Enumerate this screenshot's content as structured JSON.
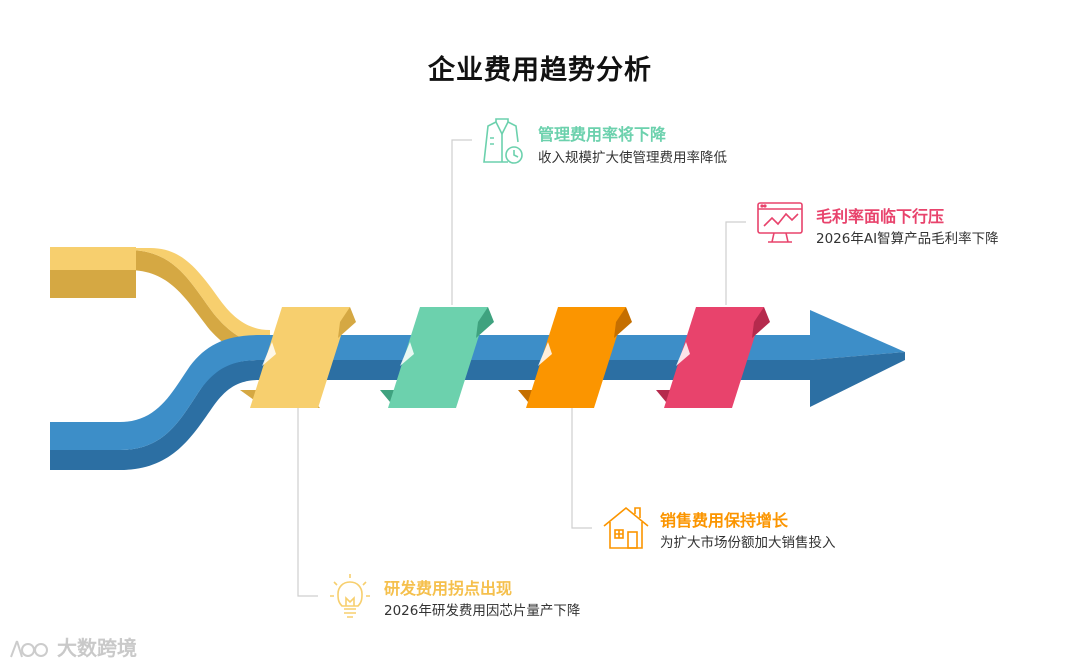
{
  "title": "企业费用趋势分析",
  "colors": {
    "yellow": "#f7cf6e",
    "green": "#6cd1ad",
    "orange": "#fb9500",
    "red": "#e8436c",
    "blue": "#3d8ec8",
    "blue_dark": "#2c6fa3"
  },
  "callouts": [
    {
      "id": "management",
      "icon": "doctor-coat-clock-icon",
      "label": "管理费用率将下降",
      "desc": "收入规模扩大使管理费用率降低",
      "color": "#6cd1ad"
    },
    {
      "id": "gross-margin",
      "icon": "monitor-chart-icon",
      "label": "毛利率面临下行压",
      "desc": "2026年AI智算产品毛利率下降",
      "color": "#e8436c"
    },
    {
      "id": "sales",
      "icon": "house-icon",
      "label": "销售费用保持增长",
      "desc": "为扩大市场份额加大销售投入",
      "color": "#fb9500"
    },
    {
      "id": "rnd",
      "icon": "lightbulb-icon",
      "label": "研发费用拐点出现",
      "desc": "2026年研发费用因芯片量产下降",
      "color": "#f7cf6e"
    }
  ],
  "watermark": "大数跨境"
}
